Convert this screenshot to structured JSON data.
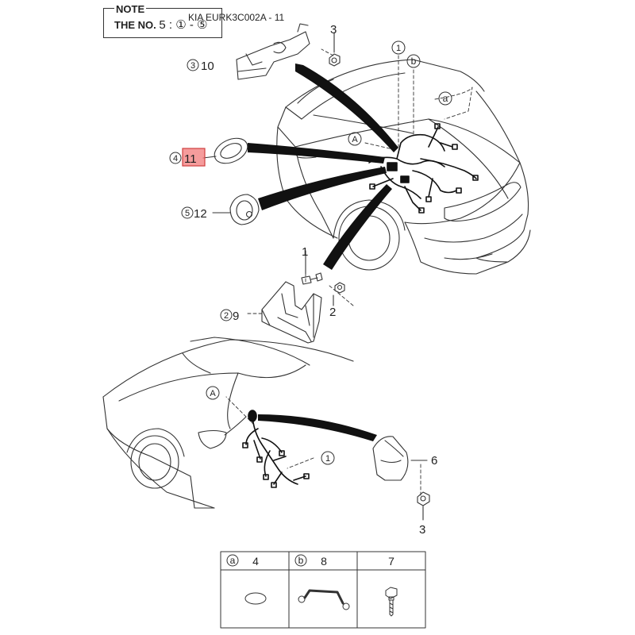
{
  "header": {
    "note_label": "NOTE",
    "note_prefix": "THE NO.",
    "note_seq": "5 : ① - ⑤",
    "code": "KIA EURK3C002A - 11"
  },
  "callouts": {
    "r1_num": "1",
    "r2_num": "2",
    "r3_num": "3",
    "r4_num": "4",
    "r5_num": "5",
    "c1": "1",
    "c2": "2",
    "c3_top": "3",
    "c3_bottom": "3",
    "c6": "6",
    "c9": "9",
    "c10": "10",
    "c11": "11",
    "c12": "12",
    "letter_a": "a",
    "letter_b": "b",
    "letter_A_top": "A",
    "letter_A_bottom": "A",
    "ring_1_top": "1",
    "ring_1_bottom": "1"
  },
  "highlight_color": "#f27b7b",
  "legend": {
    "columns": [
      {
        "letter": "a",
        "part_no": "4",
        "icon": "grommet-icon"
      },
      {
        "letter": "b",
        "part_no": "8",
        "icon": "ground-strap-icon"
      },
      {
        "letter": "",
        "part_no": "7",
        "icon": "bolt-icon"
      }
    ]
  }
}
